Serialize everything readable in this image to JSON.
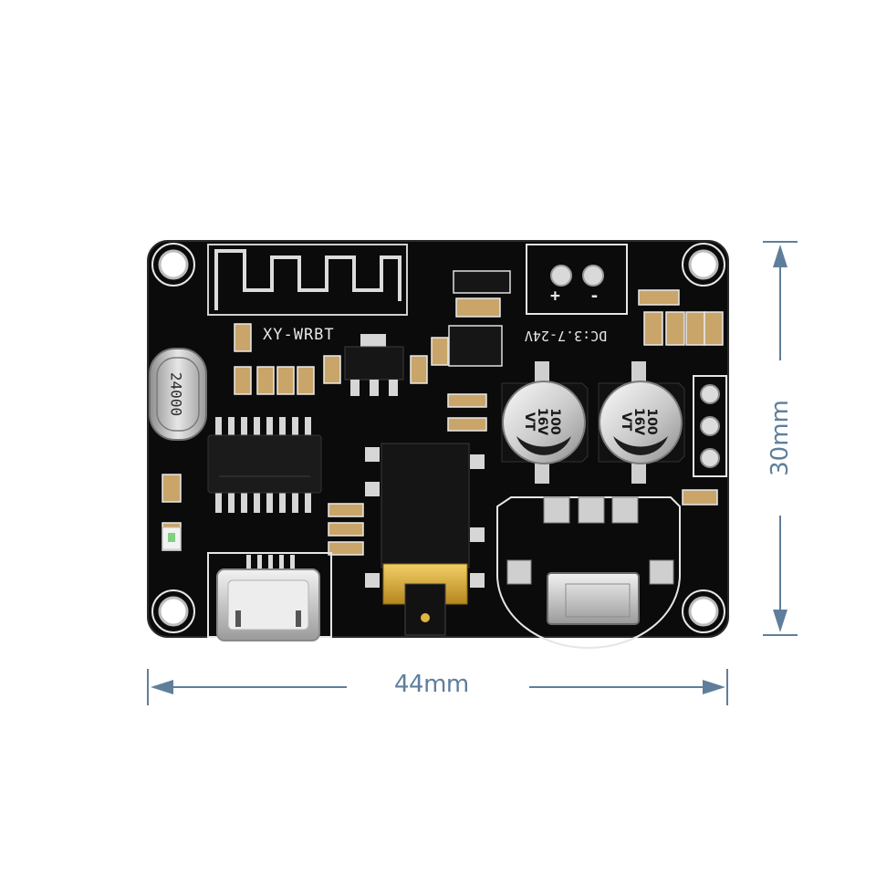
{
  "dimensions": {
    "width_label": "44mm",
    "height_label": "30mm",
    "arrow_color": "#5f7e9c"
  },
  "board": {
    "model": "XY-WRBT",
    "power_spec": "DC:3.7-24V",
    "terminal_plus": "+",
    "terminal_minus": "-",
    "capacitors": [
      {
        "value": "100",
        "voltage": "16V",
        "series": "VT"
      },
      {
        "value": "100",
        "voltage": "16V",
        "series": "VT"
      }
    ],
    "crystal_marking": "24000",
    "colors": {
      "pcb": "#0a0a0a",
      "silkscreen": "#e6e6e6",
      "gold": "#d9a933"
    }
  }
}
